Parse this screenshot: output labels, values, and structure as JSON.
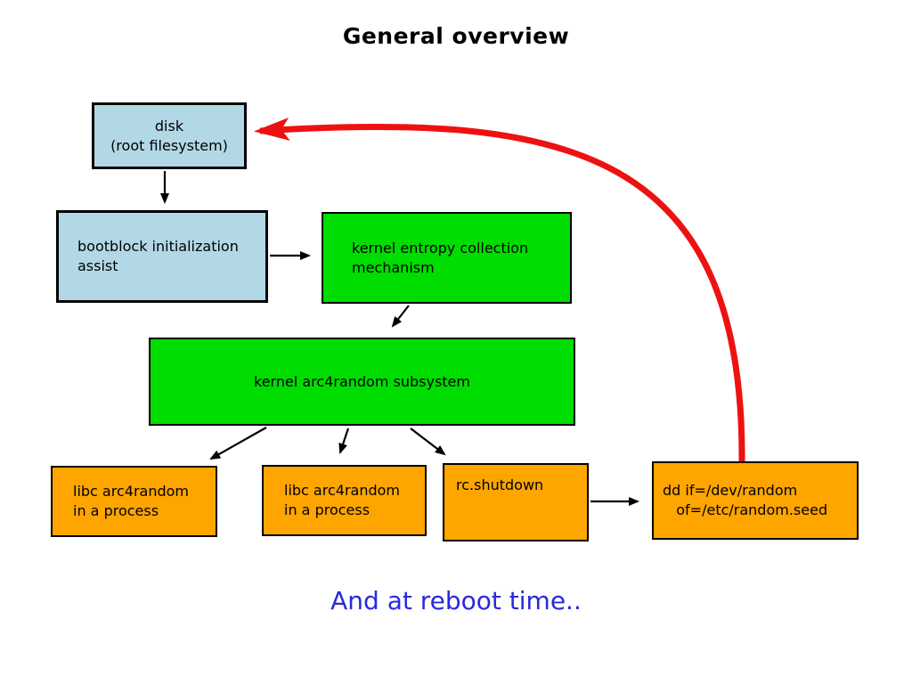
{
  "title": "General overview",
  "footer": "And at reboot time..",
  "boxes": {
    "disk": "disk\n(root filesystem)",
    "bootblock": "bootblock initialization\nassist",
    "entropy": "kernel entropy collection\nmechanism",
    "arc4random": "kernel arc4random subsystem",
    "libc1": "libc arc4random\nin a process",
    "libc2": "libc arc4random\nin a process",
    "rc_shutdown": "rc.shutdown",
    "dd": "dd if=/dev/random\n   of=/etc/random.seed"
  },
  "edges": [
    {
      "from": "disk",
      "to": "bootblock"
    },
    {
      "from": "bootblock",
      "to": "entropy"
    },
    {
      "from": "entropy",
      "to": "arc4random"
    },
    {
      "from": "arc4random",
      "to": "libc1"
    },
    {
      "from": "arc4random",
      "to": "libc2"
    },
    {
      "from": "arc4random",
      "to": "rc_shutdown"
    },
    {
      "from": "rc_shutdown",
      "to": "dd"
    },
    {
      "from": "dd",
      "to": "disk",
      "style": "red-curve"
    }
  ],
  "colors": {
    "box_blue": "#b2d8e6",
    "box_green": "#00dd00",
    "box_orange": "#ffa500",
    "arrow_black": "#000000",
    "arrow_red": "#ee1111",
    "footer_blue": "#2929dd",
    "title_black": "#000000"
  }
}
